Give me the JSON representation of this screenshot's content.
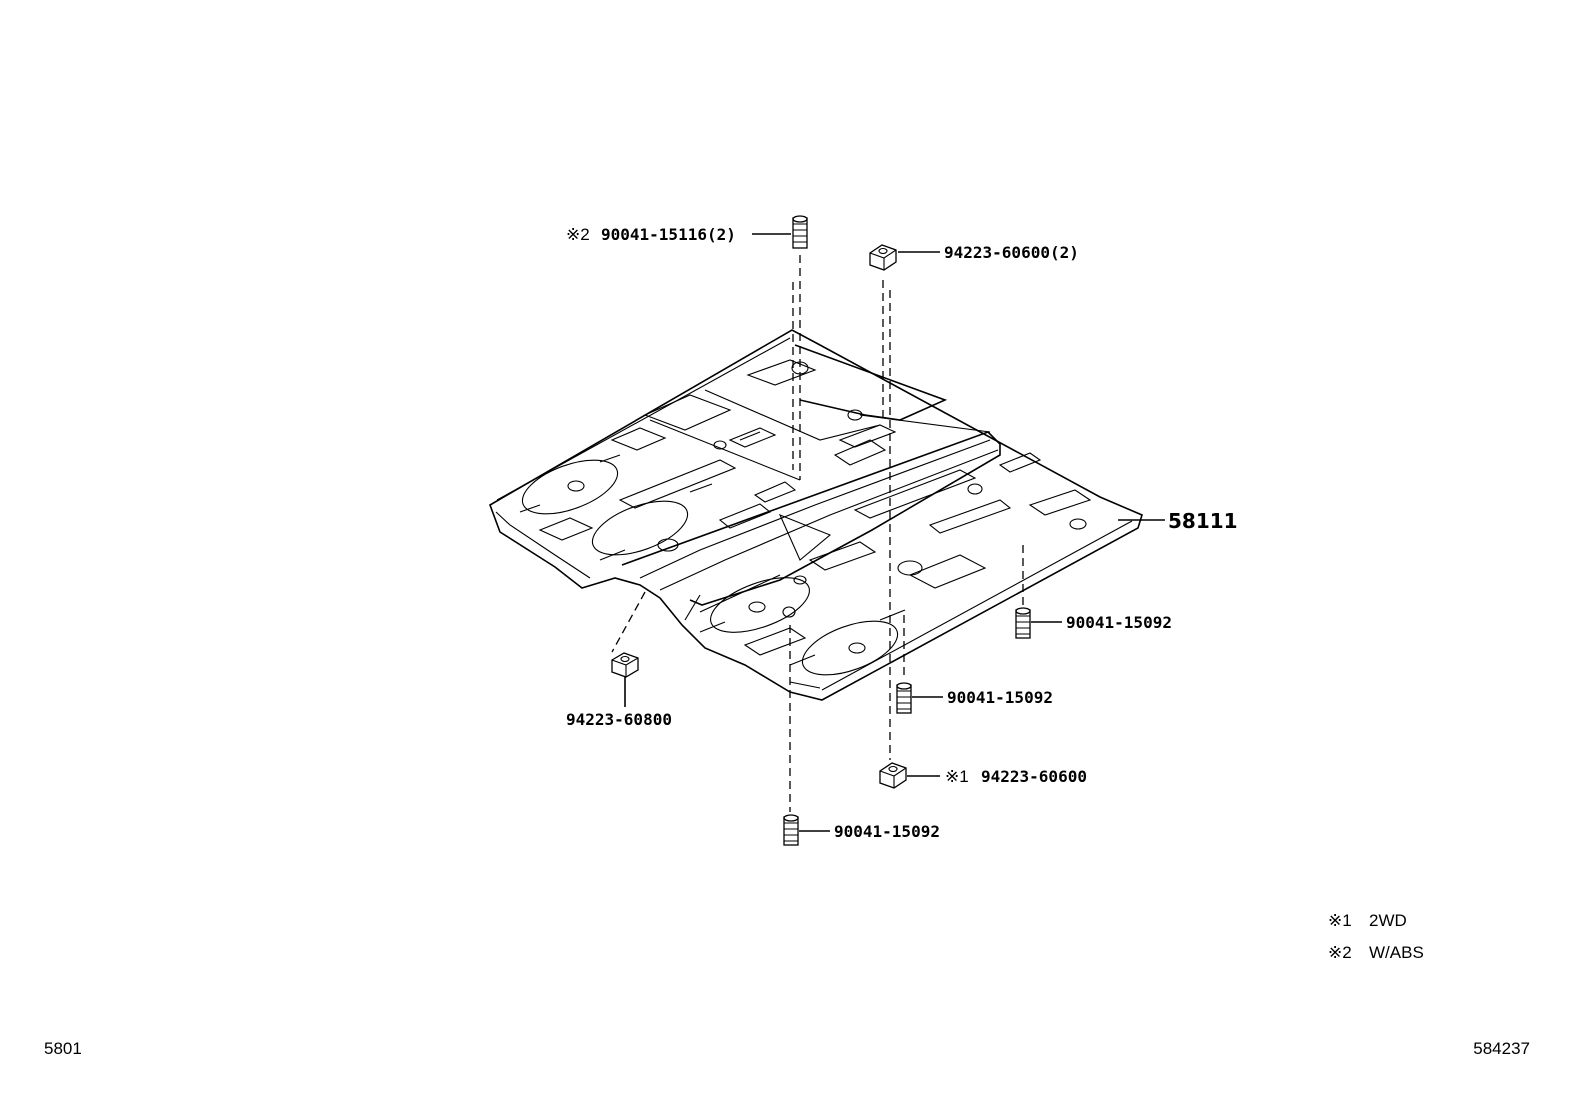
{
  "callouts": {
    "bolt_top": {
      "mark": "※2",
      "number": "90041-15116(2)"
    },
    "nut_top": {
      "number": "94223-60600(2)"
    },
    "panel": {
      "number": "58111"
    },
    "bolt_right": {
      "number": "90041-15092"
    },
    "bolt_mid": {
      "number": "90041-15092"
    },
    "nut_left": {
      "number": "94223-60800"
    },
    "nut_bottom": {
      "mark": "※1",
      "number": "94223-60600"
    },
    "bolt_bottom": {
      "number": "90041-15092"
    }
  },
  "notes": [
    {
      "mark": "※1",
      "text": "2WD"
    },
    {
      "mark": "※2",
      "text": "W/ABS"
    }
  ],
  "corner_left": "5801",
  "corner_right": "584237"
}
